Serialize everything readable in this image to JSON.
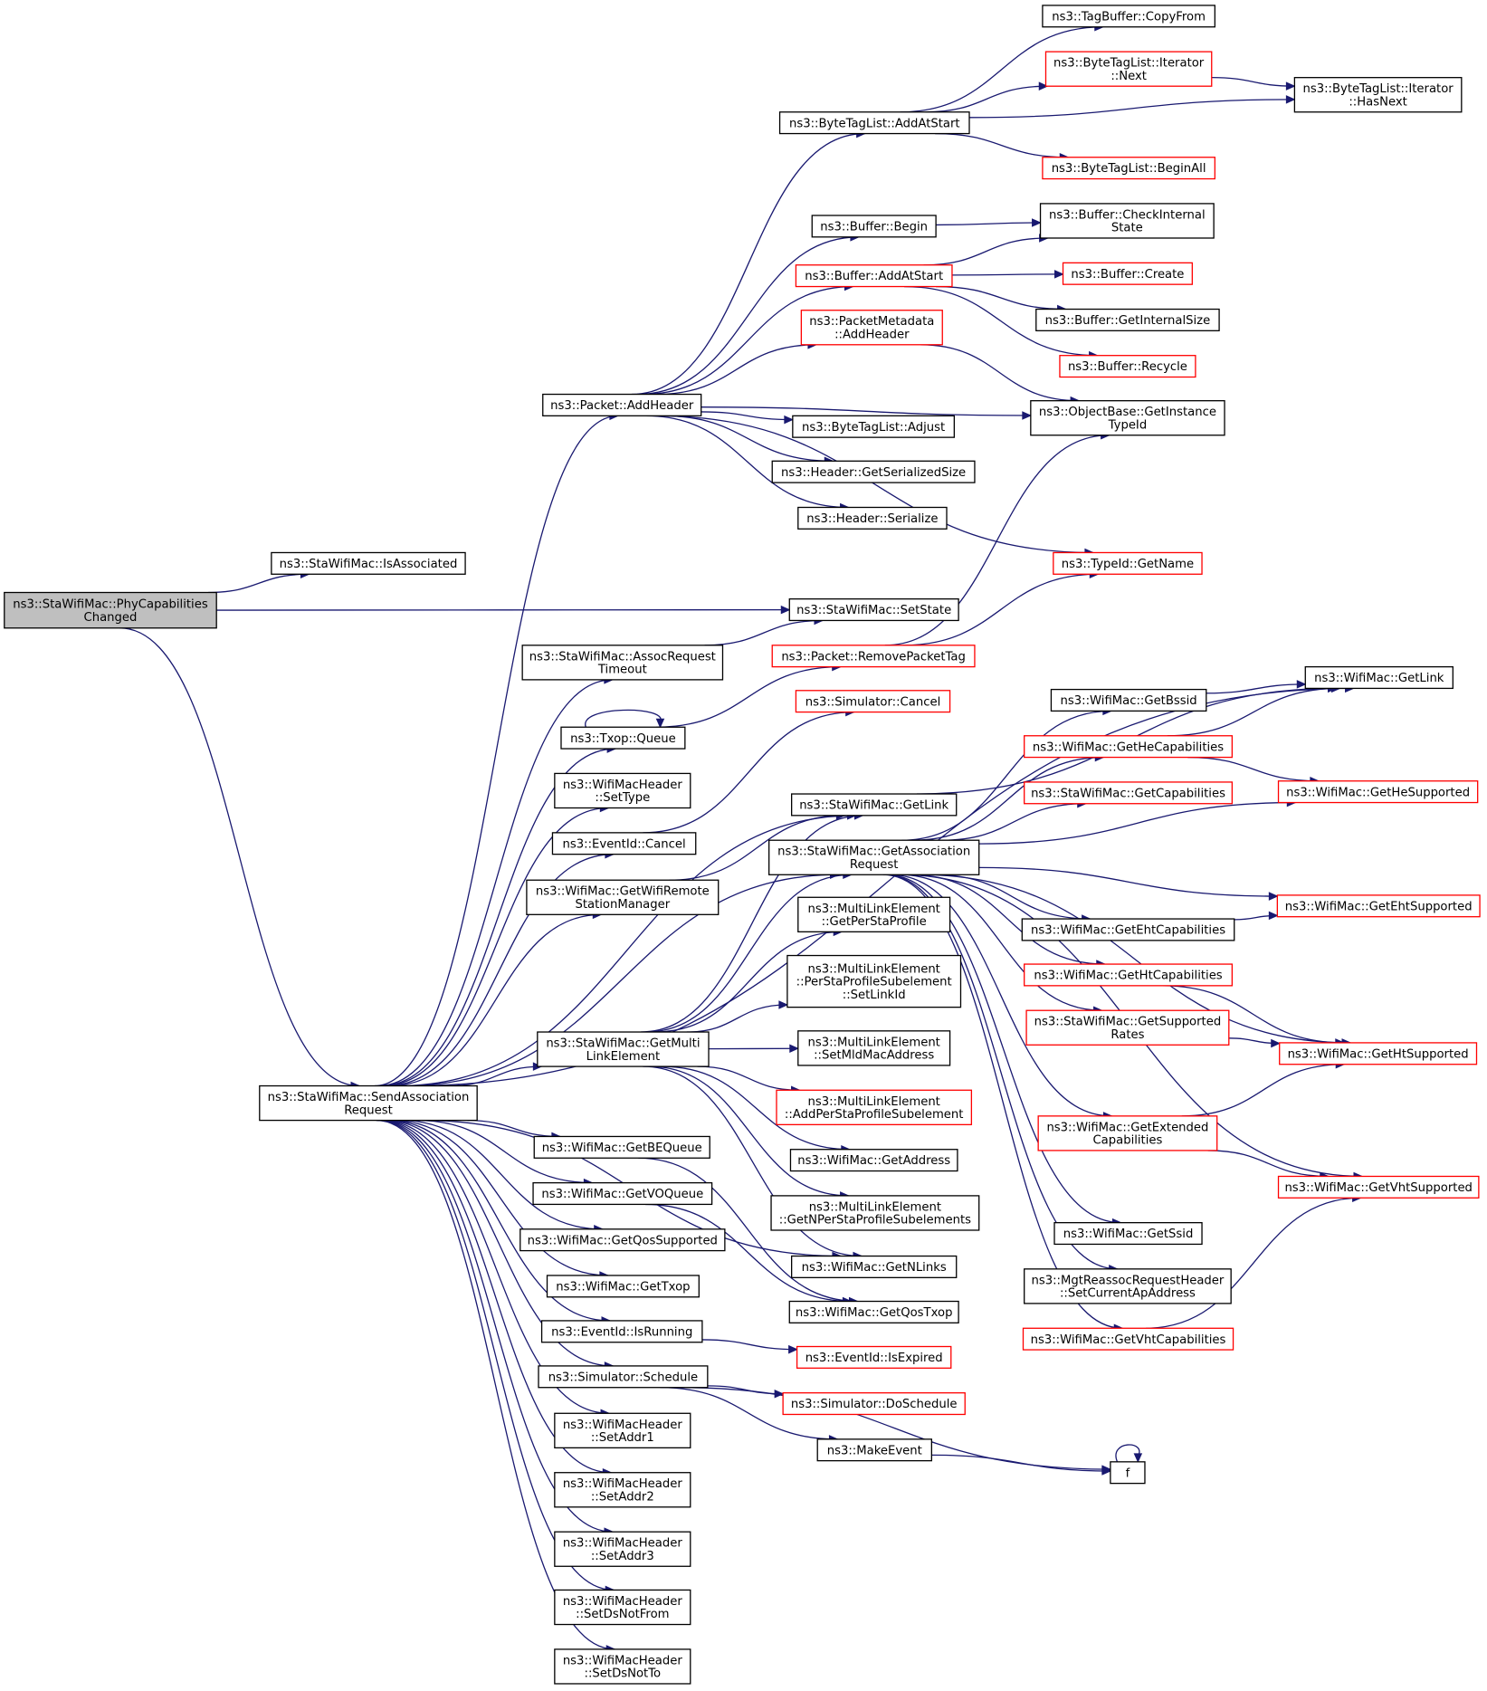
{
  "diagram": {
    "nodes": [
      {
        "id": "phy",
        "lines": [
          "ns3::StaWifiMac::PhyCapabilities",
          "Changed"
        ],
        "style": "root"
      },
      {
        "id": "isassoc",
        "lines": [
          "ns3::StaWifiMac::IsAssociated"
        ],
        "style": "black"
      },
      {
        "id": "sendassoc",
        "lines": [
          "ns3::StaWifiMac::SendAssociation",
          "Request"
        ],
        "style": "black"
      },
      {
        "id": "setstate",
        "lines": [
          "ns3::StaWifiMac::SetState"
        ],
        "style": "black"
      },
      {
        "id": "pktaddhdr",
        "lines": [
          "ns3::Packet::AddHeader"
        ],
        "style": "black"
      },
      {
        "id": "assocto",
        "lines": [
          "ns3::StaWifiMac::AssocRequest",
          "Timeout"
        ],
        "style": "black"
      },
      {
        "id": "txopq",
        "lines": [
          "ns3::Txop::Queue"
        ],
        "style": "black"
      },
      {
        "id": "settype",
        "lines": [
          "ns3::WifiMacHeader",
          "::SetType"
        ],
        "style": "black"
      },
      {
        "id": "evcancel",
        "lines": [
          "ns3::EventId::Cancel"
        ],
        "style": "black"
      },
      {
        "id": "remotestamgr",
        "lines": [
          "ns3::WifiMac::GetWifiRemote",
          "StationManager"
        ],
        "style": "black"
      },
      {
        "id": "getmle",
        "lines": [
          "ns3::StaWifiMac::GetMulti",
          "LinkElement"
        ],
        "style": "black"
      },
      {
        "id": "beq",
        "lines": [
          "ns3::WifiMac::GetBEQueue"
        ],
        "style": "black"
      },
      {
        "id": "voq",
        "lines": [
          "ns3::WifiMac::GetVOQueue"
        ],
        "style": "black"
      },
      {
        "id": "qossup",
        "lines": [
          "ns3::WifiMac::GetQosSupported"
        ],
        "style": "black"
      },
      {
        "id": "gettxop",
        "lines": [
          "ns3::WifiMac::GetTxop"
        ],
        "style": "black"
      },
      {
        "id": "isrunning",
        "lines": [
          "ns3::EventId::IsRunning"
        ],
        "style": "black"
      },
      {
        "id": "schedule",
        "lines": [
          "ns3::Simulator::Schedule"
        ],
        "style": "black"
      },
      {
        "id": "setaddr1",
        "lines": [
          "ns3::WifiMacHeader",
          "::SetAddr1"
        ],
        "style": "black"
      },
      {
        "id": "setaddr2",
        "lines": [
          "ns3::WifiMacHeader",
          "::SetAddr2"
        ],
        "style": "black"
      },
      {
        "id": "setaddr3",
        "lines": [
          "ns3::WifiMacHeader",
          "::SetAddr3"
        ],
        "style": "black"
      },
      {
        "id": "dsnotfrom",
        "lines": [
          "ns3::WifiMacHeader",
          "::SetDsNotFrom"
        ],
        "style": "black"
      },
      {
        "id": "dsnotto",
        "lines": [
          "ns3::WifiMacHeader",
          "::SetDsNotTo"
        ],
        "style": "black"
      },
      {
        "id": "btladdatstart",
        "lines": [
          "ns3::ByteTagList::AddAtStart"
        ],
        "style": "black"
      },
      {
        "id": "bufbegin",
        "lines": [
          "ns3::Buffer::Begin"
        ],
        "style": "black"
      },
      {
        "id": "bufaddatstart",
        "lines": [
          "ns3::Buffer::AddAtStart"
        ],
        "style": "red"
      },
      {
        "id": "pmaddhdr",
        "lines": [
          "ns3::PacketMetadata",
          "::AddHeader"
        ],
        "style": "red"
      },
      {
        "id": "btladjust",
        "lines": [
          "ns3::ByteTagList::Adjust"
        ],
        "style": "black"
      },
      {
        "id": "hdrsersize",
        "lines": [
          "ns3::Header::GetSerializedSize"
        ],
        "style": "black"
      },
      {
        "id": "hdrser",
        "lines": [
          "ns3::Header::Serialize"
        ],
        "style": "black"
      },
      {
        "id": "removetag",
        "lines": [
          "ns3::Packet::RemovePacketTag"
        ],
        "style": "red"
      },
      {
        "id": "simcancel",
        "lines": [
          "ns3::Simulator::Cancel"
        ],
        "style": "red"
      },
      {
        "id": "stagetlink",
        "lines": [
          "ns3::StaWifiMac::GetLink"
        ],
        "style": "black"
      },
      {
        "id": "getassocreq",
        "lines": [
          "ns3::StaWifiMac::GetAssociation",
          "Request"
        ],
        "style": "black"
      },
      {
        "id": "getpersta",
        "lines": [
          "ns3::MultiLinkElement",
          "::GetPerStaProfile"
        ],
        "style": "black"
      },
      {
        "id": "setlinkid",
        "lines": [
          "ns3::MultiLinkElement",
          "::PerStaProfileSubelement",
          "::SetLinkId"
        ],
        "style": "black"
      },
      {
        "id": "setmld",
        "lines": [
          "ns3::MultiLinkElement",
          "::SetMldMacAddress"
        ],
        "style": "black"
      },
      {
        "id": "addpersta",
        "lines": [
          "ns3::MultiLinkElement",
          "::AddPerStaProfileSubelement"
        ],
        "style": "red"
      },
      {
        "id": "getaddress",
        "lines": [
          "ns3::WifiMac::GetAddress"
        ],
        "style": "black"
      },
      {
        "id": "getnpersta",
        "lines": [
          "ns3::MultiLinkElement",
          "::GetNPerStaProfileSubelements"
        ],
        "style": "black"
      },
      {
        "id": "getnlinks",
        "lines": [
          "ns3::WifiMac::GetNLinks"
        ],
        "style": "black"
      },
      {
        "id": "getqostxop",
        "lines": [
          "ns3::WifiMac::GetQosTxop"
        ],
        "style": "black"
      },
      {
        "id": "isexpired",
        "lines": [
          "ns3::EventId::IsExpired"
        ],
        "style": "red"
      },
      {
        "id": "dosched",
        "lines": [
          "ns3::Simulator::DoSchedule"
        ],
        "style": "red"
      },
      {
        "id": "makeevent",
        "lines": [
          "ns3::MakeEvent"
        ],
        "style": "black"
      },
      {
        "id": "f",
        "lines": [
          "f"
        ],
        "style": "black"
      },
      {
        "id": "tagcopy",
        "lines": [
          "ns3::TagBuffer::CopyFrom"
        ],
        "style": "black"
      },
      {
        "id": "itnext",
        "lines": [
          "ns3::ByteTagList::Iterator",
          "::Next"
        ],
        "style": "red"
      },
      {
        "id": "hasnext",
        "lines": [
          "ns3::ByteTagList::Iterator",
          "::HasNext"
        ],
        "style": "black"
      },
      {
        "id": "beginall",
        "lines": [
          "ns3::ByteTagList::BeginAll"
        ],
        "style": "red"
      },
      {
        "id": "checkint",
        "lines": [
          "ns3::Buffer::CheckInternal",
          "State"
        ],
        "style": "black"
      },
      {
        "id": "bufcreate",
        "lines": [
          "ns3::Buffer::Create"
        ],
        "style": "red"
      },
      {
        "id": "getintsize",
        "lines": [
          "ns3::Buffer::GetInternalSize"
        ],
        "style": "black"
      },
      {
        "id": "recycle",
        "lines": [
          "ns3::Buffer::Recycle"
        ],
        "style": "red"
      },
      {
        "id": "getinst",
        "lines": [
          "ns3::ObjectBase::GetInstance",
          "TypeId"
        ],
        "style": "black"
      },
      {
        "id": "getname",
        "lines": [
          "ns3::TypeId::GetName"
        ],
        "style": "red"
      },
      {
        "id": "getbssid",
        "lines": [
          "ns3::WifiMac::GetBssid"
        ],
        "style": "black"
      },
      {
        "id": "hecaps",
        "lines": [
          "ns3::WifiMac::GetHeCapabilities"
        ],
        "style": "red"
      },
      {
        "id": "stacaps",
        "lines": [
          "ns3::StaWifiMac::GetCapabilities"
        ],
        "style": "red"
      },
      {
        "id": "ehtcaps",
        "lines": [
          "ns3::WifiMac::GetEhtCapabilities"
        ],
        "style": "black"
      },
      {
        "id": "htcaps",
        "lines": [
          "ns3::WifiMac::GetHtCapabilities"
        ],
        "style": "red"
      },
      {
        "id": "suprates",
        "lines": [
          "ns3::StaWifiMac::GetSupported",
          "Rates"
        ],
        "style": "red"
      },
      {
        "id": "extcaps",
        "lines": [
          "ns3::WifiMac::GetExtended",
          "Capabilities"
        ],
        "style": "red"
      },
      {
        "id": "getssid",
        "lines": [
          "ns3::WifiMac::GetSsid"
        ],
        "style": "black"
      },
      {
        "id": "setcurap",
        "lines": [
          "ns3::MgtReassocRequestHeader",
          "::SetCurrentApAddress"
        ],
        "style": "black"
      },
      {
        "id": "vhtcaps",
        "lines": [
          "ns3::WifiMac::GetVhtCapabilities"
        ],
        "style": "red"
      },
      {
        "id": "wmgetlink",
        "lines": [
          "ns3::WifiMac::GetLink"
        ],
        "style": "black"
      },
      {
        "id": "hesup",
        "lines": [
          "ns3::WifiMac::GetHeSupported"
        ],
        "style": "red"
      },
      {
        "id": "ehtsup",
        "lines": [
          "ns3::WifiMac::GetEhtSupported"
        ],
        "style": "red"
      },
      {
        "id": "htsup",
        "lines": [
          "ns3::WifiMac::GetHtSupported"
        ],
        "style": "red"
      },
      {
        "id": "vhtsup",
        "lines": [
          "ns3::WifiMac::GetVhtSupported"
        ],
        "style": "red"
      }
    ],
    "edges": [
      [
        "phy",
        "isassoc"
      ],
      [
        "phy",
        "sendassoc"
      ],
      [
        "phy",
        "setstate"
      ],
      [
        "sendassoc",
        "pktaddhdr"
      ],
      [
        "sendassoc",
        "assocto"
      ],
      [
        "sendassoc",
        "txopq"
      ],
      [
        "sendassoc",
        "settype"
      ],
      [
        "sendassoc",
        "evcancel"
      ],
      [
        "sendassoc",
        "remotestamgr"
      ],
      [
        "sendassoc",
        "getmle"
      ],
      [
        "sendassoc",
        "beq"
      ],
      [
        "sendassoc",
        "voq"
      ],
      [
        "sendassoc",
        "qossup"
      ],
      [
        "sendassoc",
        "gettxop"
      ],
      [
        "sendassoc",
        "isrunning"
      ],
      [
        "sendassoc",
        "schedule"
      ],
      [
        "sendassoc",
        "setaddr1"
      ],
      [
        "sendassoc",
        "setaddr2"
      ],
      [
        "sendassoc",
        "setaddr3"
      ],
      [
        "sendassoc",
        "dsnotfrom"
      ],
      [
        "sendassoc",
        "dsnotto"
      ],
      [
        "sendassoc",
        "stagetlink"
      ],
      [
        "sendassoc",
        "getassocreq"
      ],
      [
        "sendassoc",
        "wmgetlink"
      ],
      [
        "sendassoc",
        "getnlinks"
      ],
      [
        "pktaddhdr",
        "btladdatstart"
      ],
      [
        "pktaddhdr",
        "bufbegin"
      ],
      [
        "pktaddhdr",
        "bufaddatstart"
      ],
      [
        "pktaddhdr",
        "pmaddhdr"
      ],
      [
        "pktaddhdr",
        "getinst"
      ],
      [
        "pktaddhdr",
        "btladjust"
      ],
      [
        "pktaddhdr",
        "hdrsersize"
      ],
      [
        "pktaddhdr",
        "hdrser"
      ],
      [
        "pktaddhdr",
        "getname"
      ],
      [
        "btladdatstart",
        "tagcopy"
      ],
      [
        "btladdatstart",
        "itnext"
      ],
      [
        "btladdatstart",
        "hasnext"
      ],
      [
        "btladdatstart",
        "beginall"
      ],
      [
        "itnext",
        "hasnext"
      ],
      [
        "bufbegin",
        "checkint"
      ],
      [
        "bufaddatstart",
        "checkint"
      ],
      [
        "bufaddatstart",
        "bufcreate"
      ],
      [
        "bufaddatstart",
        "getintsize"
      ],
      [
        "bufaddatstart",
        "recycle"
      ],
      [
        "pmaddhdr",
        "getinst"
      ],
      [
        "assocto",
        "setstate"
      ],
      [
        "txopq",
        "txopq"
      ],
      [
        "txopq",
        "removetag"
      ],
      [
        "removetag",
        "getinst"
      ],
      [
        "removetag",
        "getname"
      ],
      [
        "evcancel",
        "simcancel"
      ],
      [
        "remotestamgr",
        "stagetlink"
      ],
      [
        "stagetlink",
        "wmgetlink"
      ],
      [
        "getmle",
        "stagetlink"
      ],
      [
        "getmle",
        "getassocreq"
      ],
      [
        "getmle",
        "getpersta"
      ],
      [
        "getmle",
        "setlinkid"
      ],
      [
        "getmle",
        "setmld"
      ],
      [
        "getmle",
        "addpersta"
      ],
      [
        "getmle",
        "getaddress"
      ],
      [
        "getmle",
        "getnpersta"
      ],
      [
        "getmle",
        "getnlinks"
      ],
      [
        "beq",
        "getqostxop"
      ],
      [
        "voq",
        "getqostxop"
      ],
      [
        "isrunning",
        "isexpired"
      ],
      [
        "schedule",
        "dosched"
      ],
      [
        "schedule",
        "makeevent"
      ],
      [
        "schedule",
        "f"
      ],
      [
        "makeevent",
        "f"
      ],
      [
        "f",
        "f"
      ],
      [
        "getassocreq",
        "getbssid"
      ],
      [
        "getassocreq",
        "hecaps"
      ],
      [
        "getassocreq",
        "stacaps"
      ],
      [
        "getassocreq",
        "hesup"
      ],
      [
        "getassocreq",
        "ehtsup"
      ],
      [
        "getassocreq",
        "ehtcaps"
      ],
      [
        "getassocreq",
        "htcaps"
      ],
      [
        "getassocreq",
        "suprates"
      ],
      [
        "getassocreq",
        "htsup"
      ],
      [
        "getassocreq",
        "extcaps"
      ],
      [
        "getassocreq",
        "vhtsup"
      ],
      [
        "getassocreq",
        "getssid"
      ],
      [
        "getassocreq",
        "setcurap"
      ],
      [
        "getassocreq",
        "vhtcaps"
      ],
      [
        "getbssid",
        "wmgetlink"
      ],
      [
        "hecaps",
        "wmgetlink"
      ],
      [
        "hecaps",
        "hesup"
      ],
      [
        "ehtcaps",
        "ehtsup"
      ],
      [
        "htcaps",
        "htsup"
      ],
      [
        "suprates",
        "htsup"
      ],
      [
        "extcaps",
        "htsup"
      ],
      [
        "extcaps",
        "vhtsup"
      ],
      [
        "vhtcaps",
        "vhtsup"
      ]
    ]
  }
}
